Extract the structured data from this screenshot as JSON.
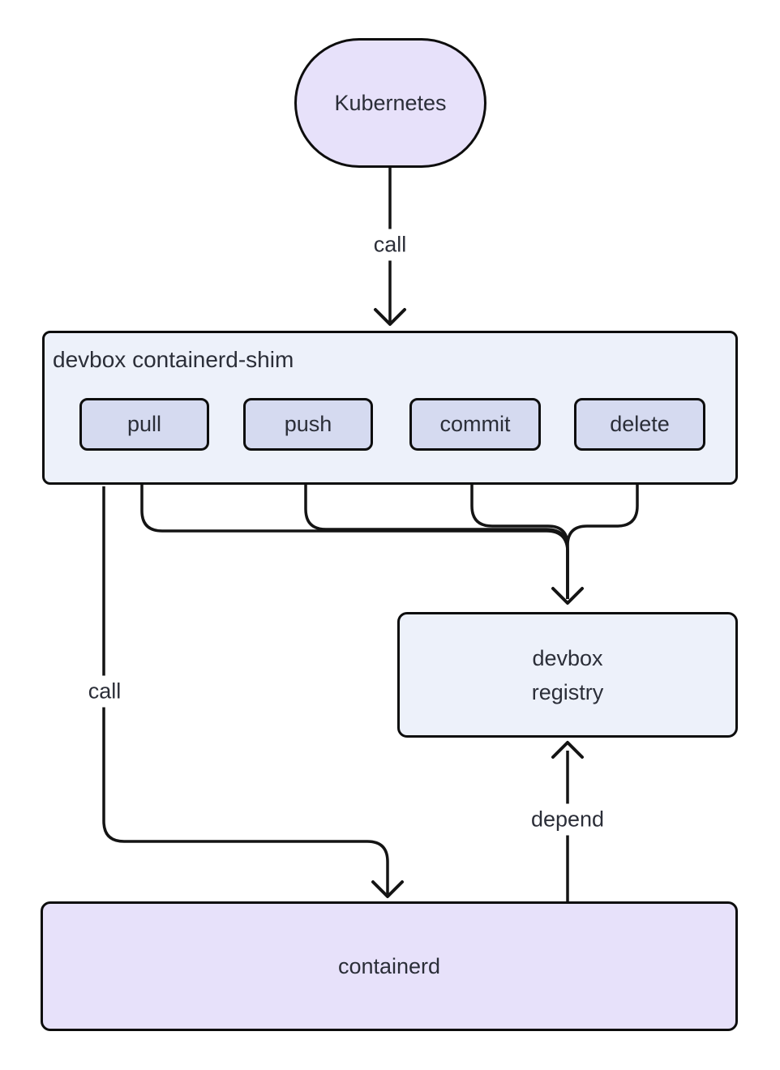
{
  "diagram": {
    "type": "flowchart-top-down",
    "nodes": {
      "kubernetes": {
        "label": "Kubernetes",
        "shape": "stadium",
        "fill": "#e7e1fa"
      },
      "shim": {
        "label": "devbox containerd-shim",
        "shape": "subgraph-container",
        "fill": "#edf1fa"
      },
      "pull": {
        "label": "pull",
        "shape": "rounded-rect",
        "fill": "#d5daf0"
      },
      "push": {
        "label": "push",
        "shape": "rounded-rect",
        "fill": "#d5daf0"
      },
      "commit": {
        "label": "commit",
        "shape": "rounded-rect",
        "fill": "#d5daf0"
      },
      "delete": {
        "label": "delete",
        "shape": "rounded-rect",
        "fill": "#d5daf0"
      },
      "registry": {
        "label_line1": "devbox",
        "label_line2": "registry",
        "shape": "rounded-rect",
        "fill": "#edf1fa"
      },
      "containerd": {
        "label": "containerd",
        "shape": "rounded-rect",
        "fill": "#e7e1fa"
      }
    },
    "edges": [
      {
        "from": "Kubernetes",
        "to": "devbox containerd-shim",
        "label": "call",
        "arrow": "down"
      },
      {
        "from": "pull",
        "to": "devbox registry",
        "label": "",
        "arrow": "down"
      },
      {
        "from": "push",
        "to": "devbox registry",
        "label": "",
        "arrow": "down"
      },
      {
        "from": "commit",
        "to": "devbox registry",
        "label": "",
        "arrow": "down"
      },
      {
        "from": "delete",
        "to": "devbox registry",
        "label": "",
        "arrow": "down"
      },
      {
        "from": "pull",
        "to": "containerd",
        "label": "call",
        "arrow": "down"
      },
      {
        "from": "containerd",
        "to": "devbox registry",
        "label": "depend",
        "arrow": "up"
      }
    ],
    "colors": {
      "background": "#ffffff",
      "node_border": "#0d0d0d",
      "edge_stroke": "#141414",
      "text": "#2b2e38",
      "purple_fill": "#e7e1fa",
      "blue_fill": "#edf1fa",
      "lavender_fill": "#d5daf0"
    }
  }
}
